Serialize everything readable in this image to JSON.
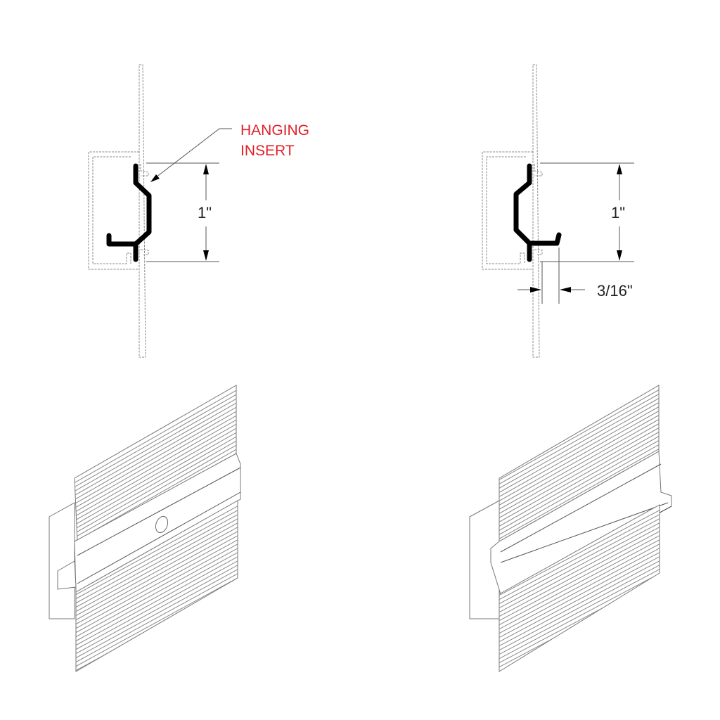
{
  "diagram": {
    "title": "Hanging insert profiles",
    "colors": {
      "callout": "#e0202a",
      "insert": "#000000",
      "profile_outline": "#8a8a8a",
      "dimension": "#555555"
    },
    "left_section": {
      "callout_line1": "HANGING",
      "callout_line2": "INSERT",
      "dim_height": "1\""
    },
    "right_section": {
      "dim_height": "1\"",
      "dim_offset": "3/16\""
    },
    "left_iso": {
      "feature": "hanging insert with hole"
    },
    "right_iso": {
      "feature": "hanging insert with lip"
    }
  }
}
